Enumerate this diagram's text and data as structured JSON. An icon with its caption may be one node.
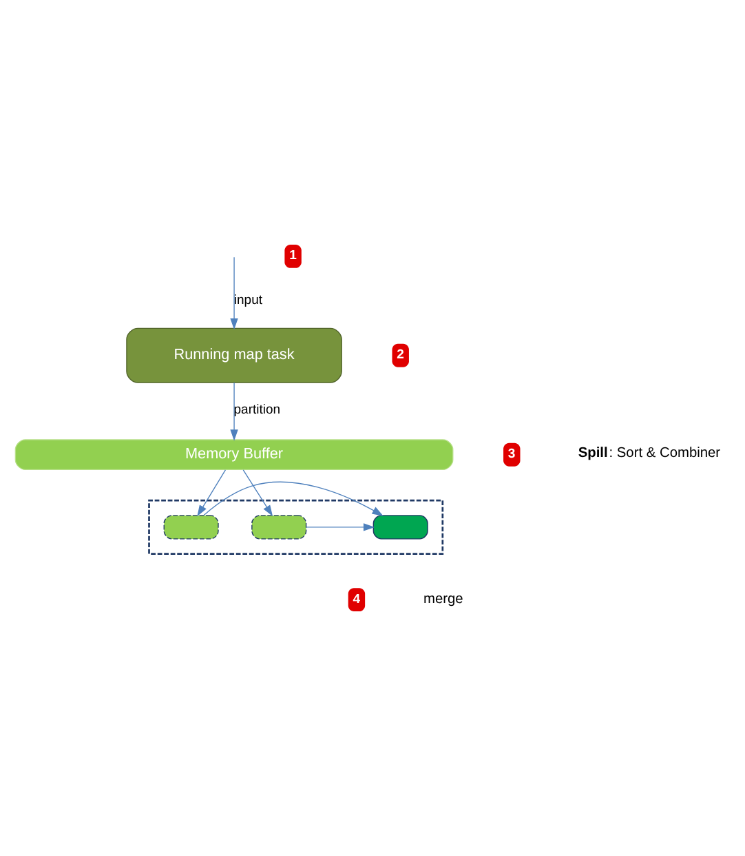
{
  "diagram": {
    "nodes": [
      {
        "text": [
          "Running map task"
        ]
      },
      {
        "text": [
          "Memory Buffer"
        ]
      },
      {
        "text": [],
        "shape": "box"
      },
      {
        "text": [],
        "shape": "box",
        "in": 2
      },
      {
        "text": [],
        "shape": "box",
        "in": 2
      },
      {
        "text": [],
        "shape": "box",
        "in": 2
      }
    ],
    "edges": [
      {
        "from": null,
        "to": 0,
        "arrow": "to",
        "label": "input"
      },
      {
        "from": 0,
        "to": 1,
        "arrow": "to",
        "label": "partition"
      },
      {
        "from": 1,
        "to": 3,
        "arrow": "to"
      },
      {
        "from": 1,
        "to": 4,
        "arrow": "to"
      },
      {
        "from": 3,
        "to": 5,
        "arrow": "to"
      },
      {
        "from": 4,
        "to": 5,
        "arrow": "to"
      }
    ],
    "labels": [
      "1",
      "2",
      "3",
      "**Spill**: Sort & Combiner",
      "4",
      "merge"
    ]
  }
}
